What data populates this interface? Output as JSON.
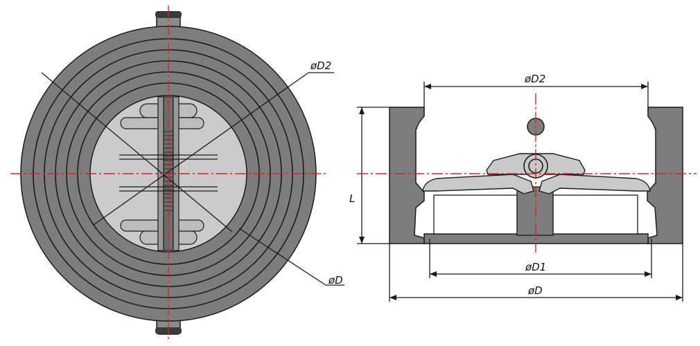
{
  "labels": {
    "front_d2": "øD2",
    "front_d": "øD",
    "side_d2": "øD2",
    "side_d1": "øD1",
    "side_d": "øD",
    "side_l": "L"
  },
  "colors": {
    "body": "#7d7d7d",
    "body_dark": "#5e5e5e",
    "bore": "#cbcbcb",
    "plate": "#c9c9c9",
    "centerline": "#e02020",
    "outline": "#1a1a1a",
    "stud": "#3a3a3a"
  }
}
